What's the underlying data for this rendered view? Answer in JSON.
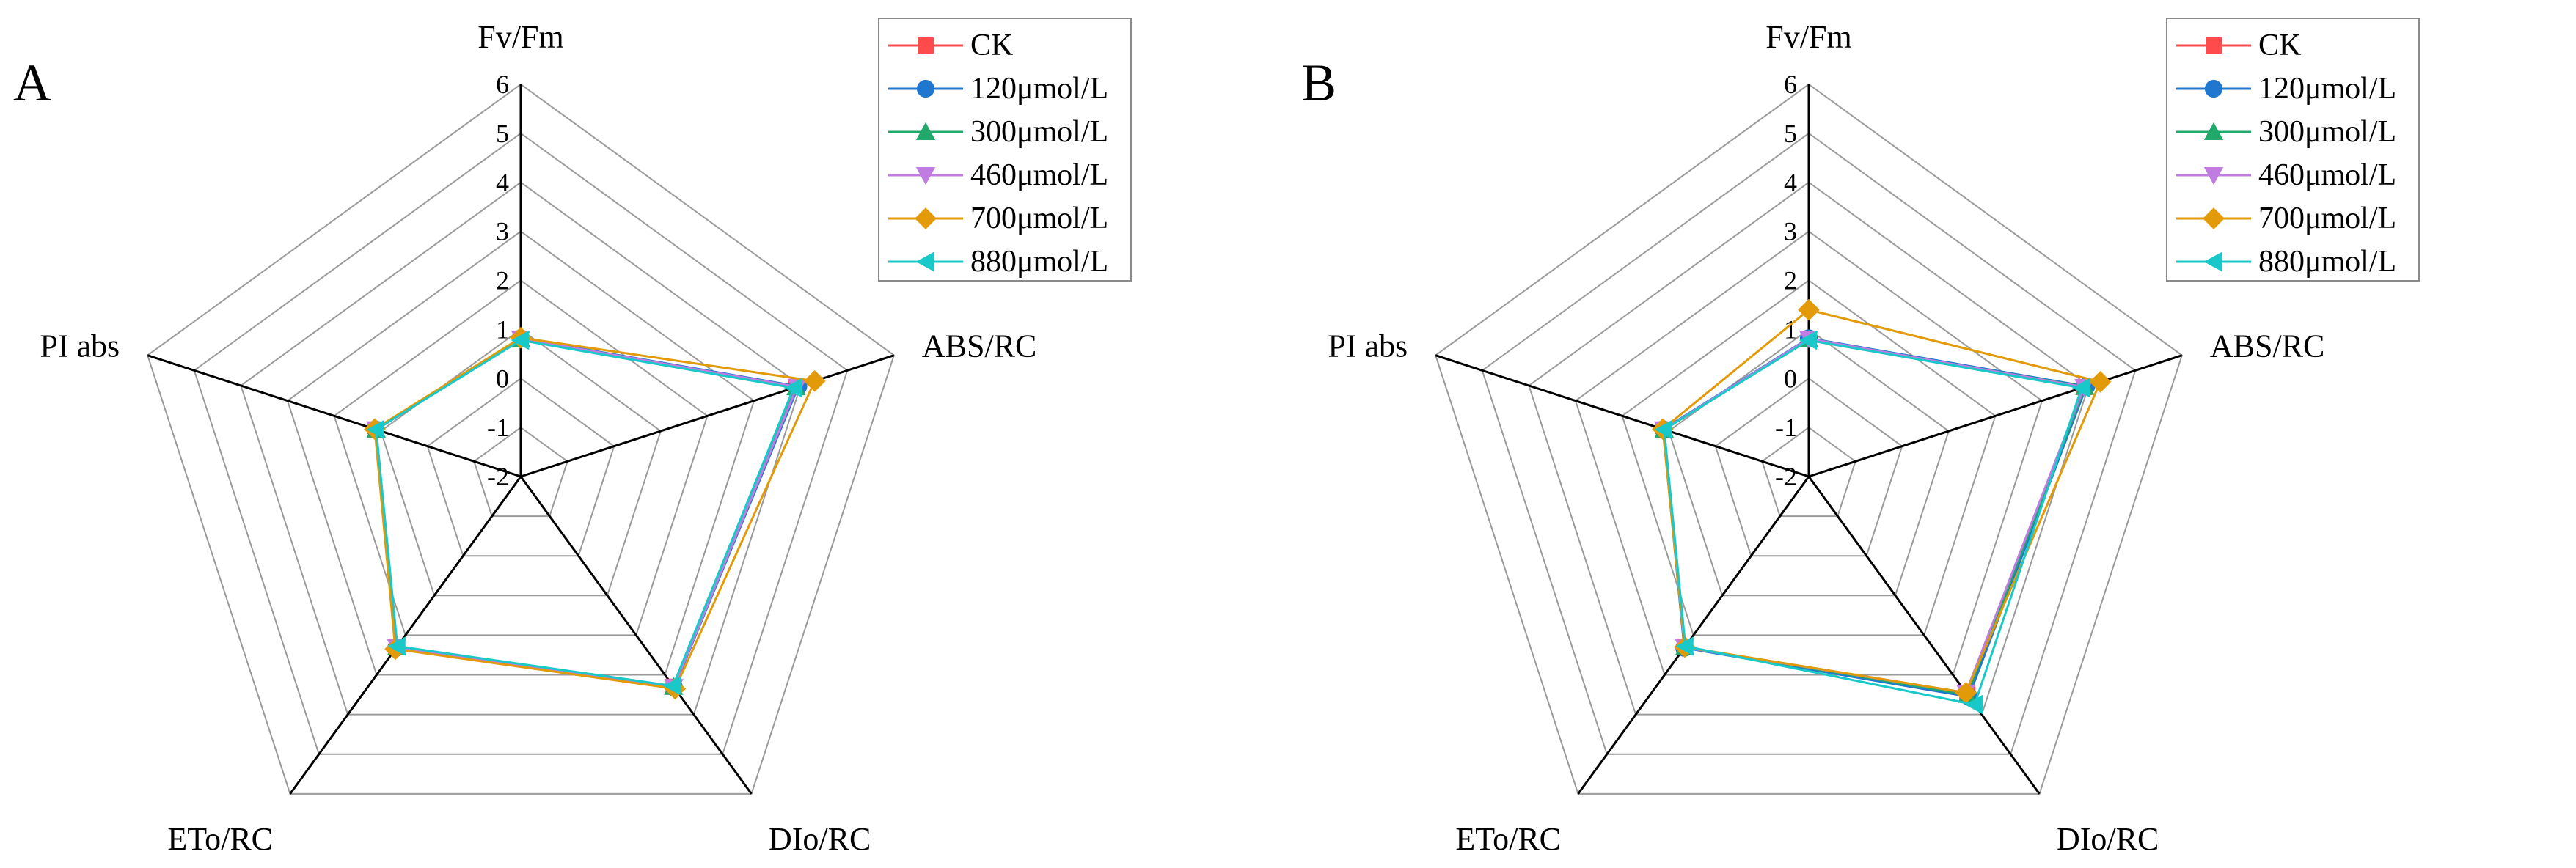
{
  "chart_data": [
    {
      "type": "radar",
      "panel_label": "A",
      "axes": [
        "Fv/Fm",
        "ABS/RC",
        "DIo/RC",
        "ETo/RC",
        "PI abs"
      ],
      "rlim": [
        -2,
        6
      ],
      "ticks": [
        "-2",
        "-1",
        "0",
        "1",
        "2",
        "3",
        "4",
        "5",
        "6"
      ],
      "grid": true,
      "legend_position": "top-right",
      "series": [
        {
          "name": "CK",
          "color": "#ff4b4b",
          "marker": "square",
          "values": [
            0.8,
            3.9,
            3.3,
            2.3,
            1.1
          ]
        },
        {
          "name": "120μmol/L",
          "color": "#1f77d0",
          "marker": "circle",
          "values": [
            0.82,
            3.95,
            3.32,
            2.32,
            1.12
          ]
        },
        {
          "name": "300μmol/L",
          "color": "#21a86b",
          "marker": "triangle-up",
          "values": [
            0.8,
            3.9,
            3.3,
            2.3,
            1.1
          ]
        },
        {
          "name": "460μmol/L",
          "color": "#c07ce0",
          "marker": "triangle-down",
          "values": [
            0.81,
            3.92,
            3.31,
            2.31,
            1.11
          ]
        },
        {
          "name": "700μmol/L",
          "color": "#e39a08",
          "marker": "diamond",
          "values": [
            0.83,
            4.3,
            3.35,
            2.35,
            1.13
          ]
        },
        {
          "name": "880μmol/L",
          "color": "#19c9c9",
          "marker": "triangle-left",
          "values": [
            0.78,
            3.85,
            3.28,
            2.28,
            1.1
          ]
        }
      ]
    },
    {
      "type": "radar",
      "panel_label": "B",
      "axes": [
        "Fv/Fm",
        "ABS/RC",
        "DIo/RC",
        "ETo/RC",
        "PI abs"
      ],
      "rlim": [
        -2,
        6
      ],
      "ticks": [
        "-2",
        "-1",
        "0",
        "1",
        "2",
        "3",
        "4",
        "5",
        "6"
      ],
      "grid": true,
      "legend_position": "top-right",
      "series": [
        {
          "name": "CK",
          "color": "#ff4b4b",
          "marker": "square",
          "values": [
            0.8,
            3.9,
            3.5,
            2.3,
            1.1
          ]
        },
        {
          "name": "120μmol/L",
          "color": "#1f77d0",
          "marker": "circle",
          "values": [
            0.82,
            3.95,
            3.55,
            2.32,
            1.12
          ]
        },
        {
          "name": "300μmol/L",
          "color": "#21a86b",
          "marker": "triangle-up",
          "values": [
            0.8,
            3.92,
            3.5,
            2.3,
            1.1
          ]
        },
        {
          "name": "460μmol/L",
          "color": "#c07ce0",
          "marker": "triangle-down",
          "values": [
            0.81,
            3.9,
            3.45,
            2.31,
            1.11
          ]
        },
        {
          "name": "700μmol/L",
          "color": "#e39a08",
          "marker": "diamond",
          "values": [
            1.4,
            4.25,
            3.45,
            2.3,
            1.13
          ]
        },
        {
          "name": "880μmol/L",
          "color": "#19c9c9",
          "marker": "triangle-left",
          "values": [
            0.78,
            3.85,
            3.75,
            2.28,
            1.1
          ]
        }
      ]
    }
  ]
}
